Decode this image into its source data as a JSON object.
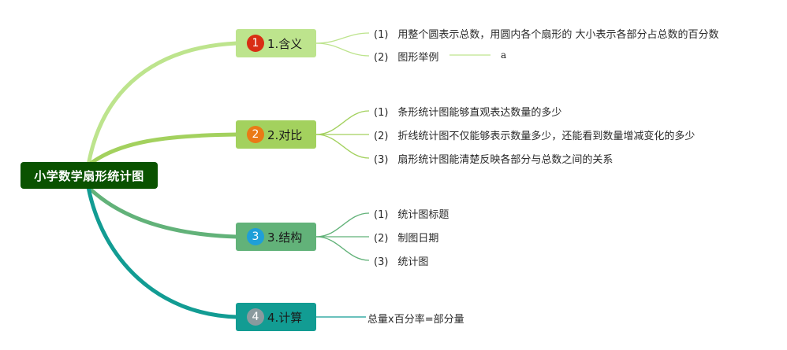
{
  "root": {
    "label": "小学数学扇形统计图"
  },
  "branches": [
    {
      "num": "1",
      "label": "1.含义",
      "items": [
        {
          "idx": "(1)",
          "text": "用整个圆表示总数，用圆内各个扇形的 大小表示各部分占总数的百分数"
        },
        {
          "idx": "(2)",
          "text": "图形举例"
        }
      ],
      "extra": "a"
    },
    {
      "num": "2",
      "label": "2.对比",
      "items": [
        {
          "idx": "(1)",
          "text": "条形统计图能够直观表达数量的多少"
        },
        {
          "idx": "(2)",
          "text": "折线统计图不仅能够表示数量多少，还能看到数量增减变化的多少"
        },
        {
          "idx": "(3)",
          "text": "扇形统计图能清楚反映各部分与总数之间的关系"
        }
      ]
    },
    {
      "num": "3",
      "label": "3.结构",
      "items": [
        {
          "idx": "(1)",
          "text": "统计图标题"
        },
        {
          "idx": "(2)",
          "text": "制图日期"
        },
        {
          "idx": "(3)",
          "text": "统计图"
        }
      ]
    },
    {
      "num": "4",
      "label": "4.计算",
      "items": [
        {
          "idx": "",
          "text": "总量x百分率=部分量"
        }
      ]
    }
  ],
  "colors": {
    "root": "#0a5200",
    "branch1": "#bde48d",
    "branch2": "#a3d15e",
    "branch3": "#62b279",
    "branch4": "#129c93",
    "num1": "#d92d14",
    "num2": "#ea7a16",
    "num3": "#1f9fd8",
    "num4": "#8a9a9e"
  }
}
